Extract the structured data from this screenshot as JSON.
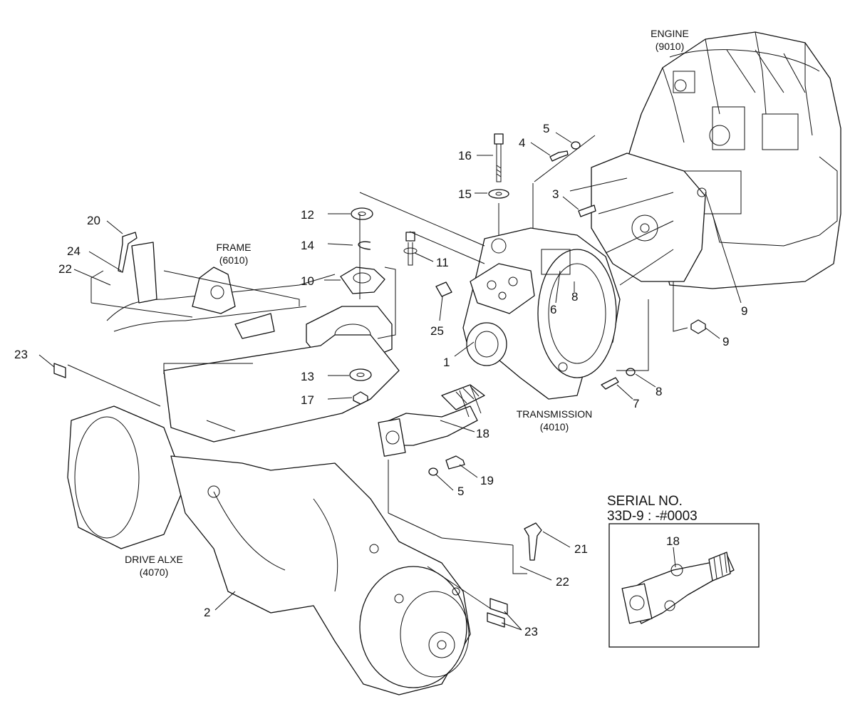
{
  "labels": {
    "engine": {
      "name": "ENGINE",
      "code": "(9010)"
    },
    "frame": {
      "name": "FRAME",
      "code": "(6010)"
    },
    "transmission": {
      "name": "TRANSMISSION",
      "code": "(4010)"
    },
    "drive_axle": {
      "name": "DRIVE ALXE",
      "code": "(4070)"
    }
  },
  "serial": {
    "title": "SERIAL NO.",
    "range": "33D-9 : -#0003",
    "part_number": "18"
  },
  "callouts": {
    "c1": "1",
    "c2": "2",
    "c3": "3",
    "c4": "4",
    "c5a": "5",
    "c5b": "5",
    "c6": "6",
    "c7": "7",
    "c8a": "8",
    "c8b": "8",
    "c9a": "9",
    "c9b": "9",
    "c10": "10",
    "c11": "11",
    "c12": "12",
    "c13": "13",
    "c14": "14",
    "c15": "15",
    "c16": "16",
    "c17": "17",
    "c18": "18",
    "c19": "19",
    "c20": "20",
    "c21": "21",
    "c22a": "22",
    "c22b": "22",
    "c23a": "23",
    "c23b": "23",
    "c24": "24",
    "c25": "25"
  }
}
